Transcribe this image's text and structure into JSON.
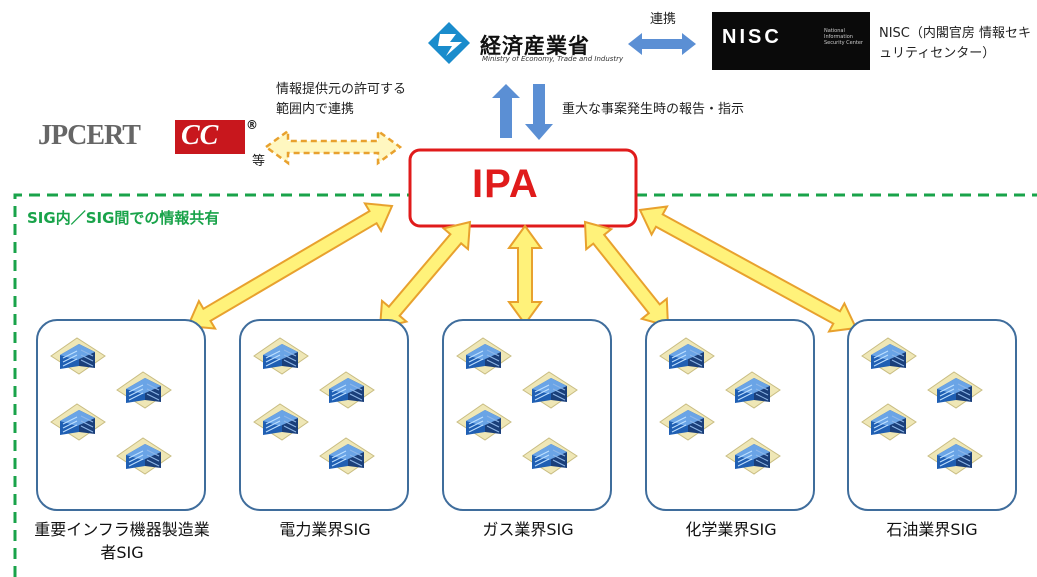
{
  "meti": {
    "name": "経済産業省",
    "subtitle": "Ministry of Economy, Trade and Industry"
  },
  "link_label": "連携",
  "nisc": {
    "logo_text": "NISC",
    "logo_small": "National Information Security Center",
    "note": "NISC（内閣官房 情報セキュリティセンター）"
  },
  "report_label": "重大な事案発生時の報告・指示",
  "jpcert": {
    "text": "JPCERT",
    "cc": "CC",
    "reg": "®",
    "etc": "等",
    "permission_label": "情報提供元の許可する範囲内で連携"
  },
  "ipa": {
    "label": "IPA"
  },
  "sig_note": "SIG内／SIG間での情報共有",
  "sig_boxes": [
    {
      "label": "重要インフラ機器製造業者SIG"
    },
    {
      "label": "電力業界SIG"
    },
    {
      "label": "ガス業界SIG"
    },
    {
      "label": "化学業界SIG"
    },
    {
      "label": "石油業界SIG"
    }
  ],
  "colors": {
    "ipa_border": "#e01b1b",
    "ipa_text": "#e01b1b",
    "dashed_region": "#19a34a",
    "arrow_fill": "#fff27a",
    "arrow_stroke": "#e8a12e",
    "blue_arrow": "#5b8fd4",
    "box_border": "#3f6d9c",
    "meti_blue": "#1a8ccc"
  },
  "icons": {
    "meti_logo": "meti-diamond-logo",
    "building": "office-building-icon"
  }
}
